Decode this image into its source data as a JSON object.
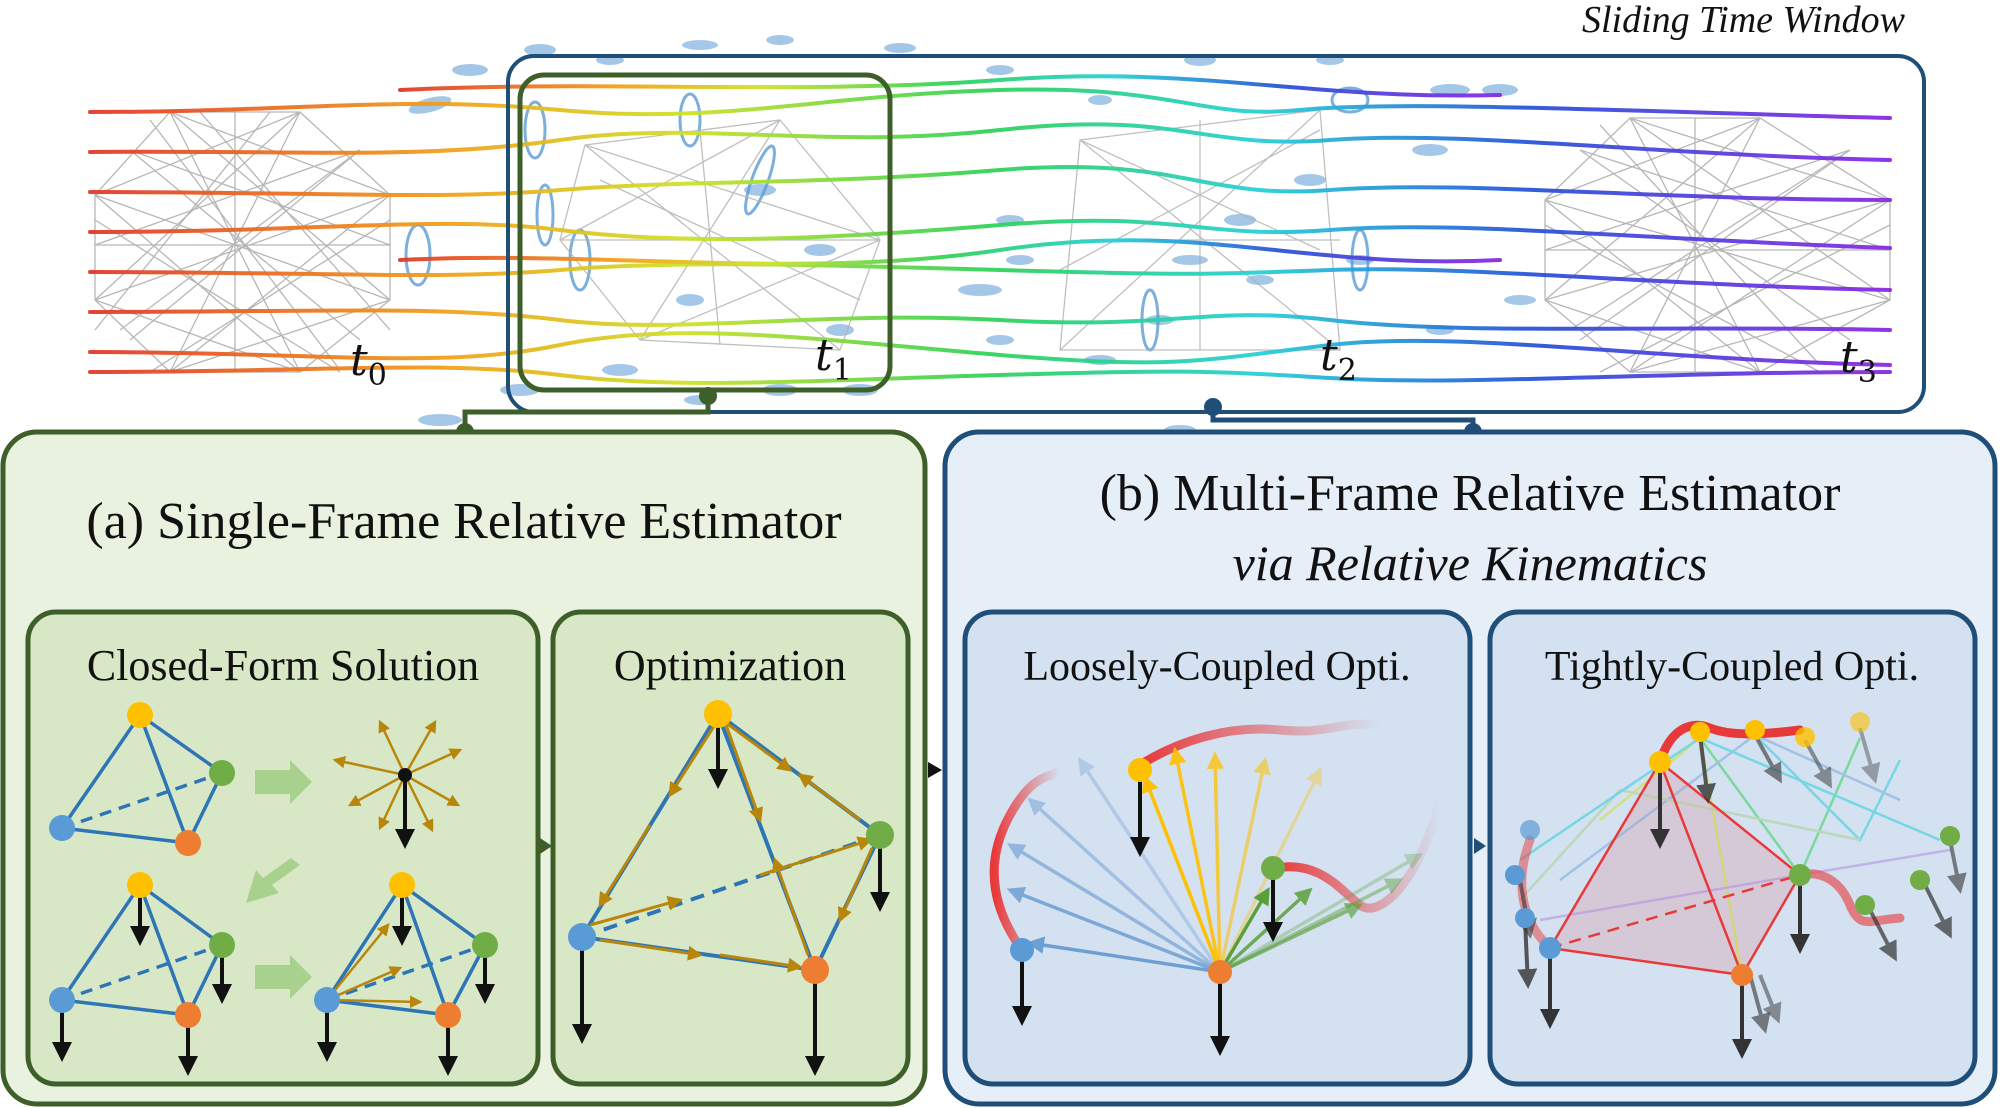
{
  "top": {
    "window_title": "Sliding Time Window",
    "time_labels": [
      {
        "base": "t",
        "sub": "0"
      },
      {
        "base": "t",
        "sub": "1"
      },
      {
        "base": "t",
        "sub": "2"
      },
      {
        "base": "t",
        "sub": "3"
      }
    ]
  },
  "panel_a": {
    "title": "(a) Single-Frame Relative Estimator",
    "sub1": "Closed-Form Solution",
    "sub2": "Optimization"
  },
  "panel_b": {
    "title": "(b) Multi-Frame Relative Estimator",
    "subtitle": "via Relative Kinematics",
    "sub1": "Loosely-Coupled Opti.",
    "sub2": "Tightly-Coupled Opti."
  },
  "colors": {
    "green_dark": "#3f5f2a",
    "green_fill": "#e9f1df",
    "green_inner": "#d8e8c6",
    "blue_dark": "#1f4e79",
    "blue_fill": "#e6eef8",
    "blue_inner": "#d3e1f1",
    "node_yellow": "#ffc000",
    "node_green": "#70ad47",
    "node_orange": "#ed7d31",
    "node_blue": "#5b9bd5",
    "arrow_gold": "#b8860b"
  }
}
